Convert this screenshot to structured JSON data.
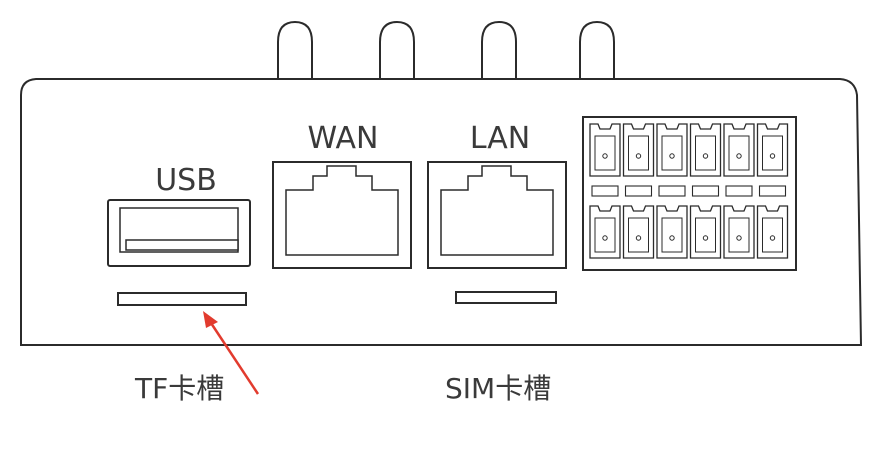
{
  "labels": {
    "usb": "USB",
    "wan": "WAN",
    "lan": "LAN",
    "tf_slot": "TF卡槽",
    "sim_slot": "SIM卡槽"
  },
  "device": {
    "antenna_count": 4,
    "terminal_columns": 6,
    "terminal_rows": 2
  },
  "colors": {
    "outline": "#2b2b2b",
    "label_text": "#3a3a3a",
    "pointer_arrow": "#e23b2e"
  }
}
